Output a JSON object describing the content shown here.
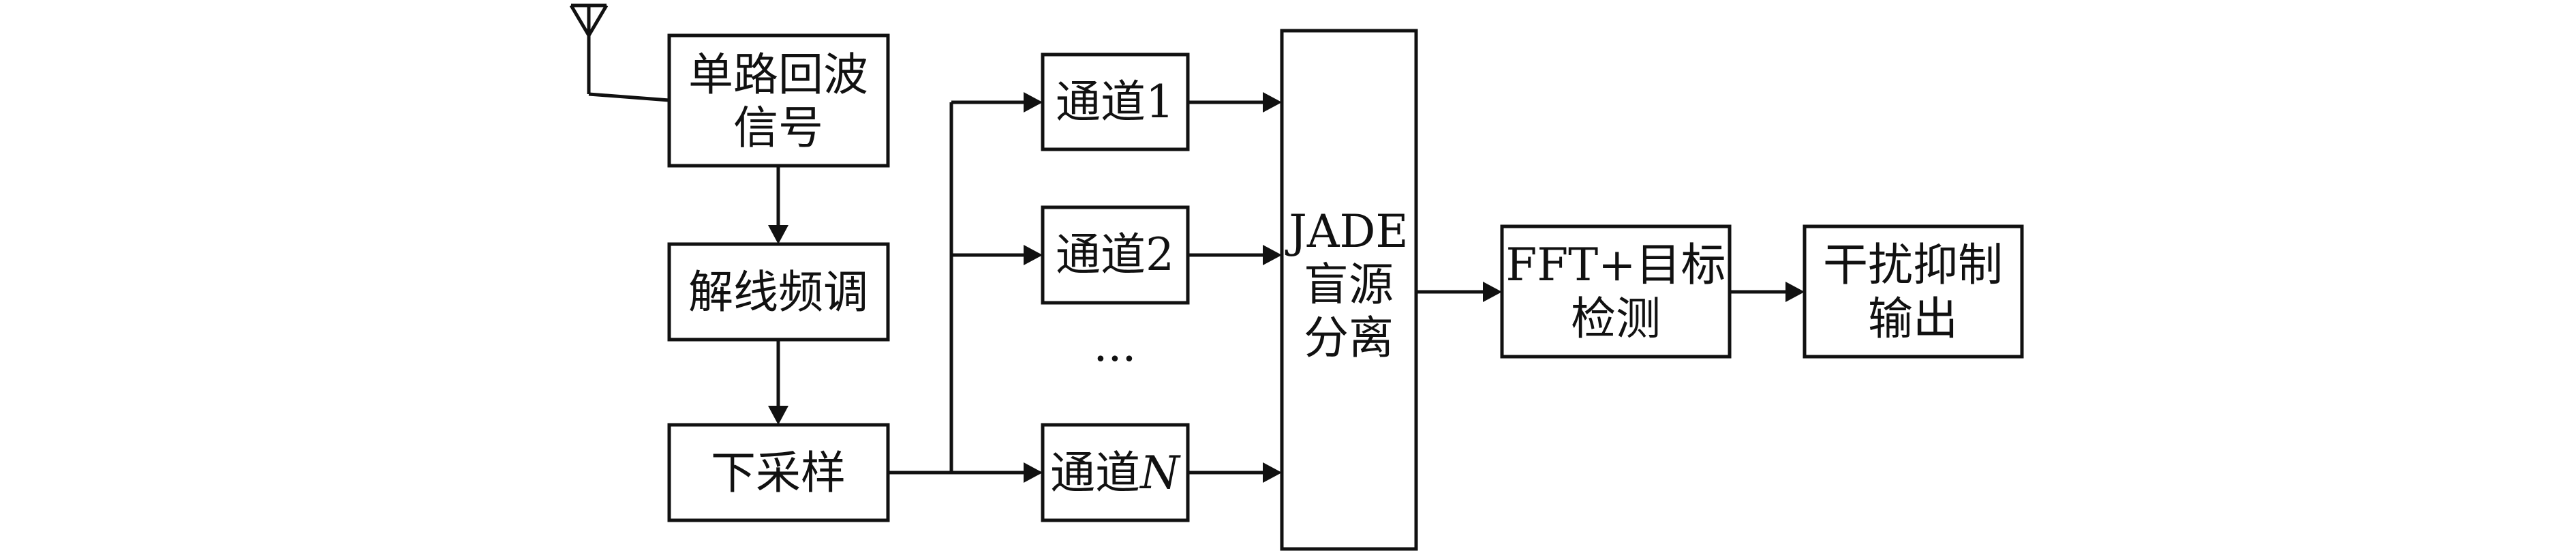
{
  "nodes": {
    "echo_signal": {
      "line1": "单路回波",
      "line2": "信号"
    },
    "dechirp": {
      "label": "解线频调"
    },
    "downsample": {
      "label": "下采样"
    },
    "channel_1": {
      "label": "通道1"
    },
    "channel_2": {
      "label": "通道2"
    },
    "ellipsis": {
      "label": "···"
    },
    "channel_n": {
      "label_prefix": "通道",
      "label_var": "N"
    },
    "jade": {
      "line1": "JADE",
      "line2": "盲源",
      "line3": "分离"
    },
    "fft_detect": {
      "line1": "FFT+目标",
      "line2": "检测"
    },
    "output": {
      "line1": "干扰抑制",
      "line2": "输出"
    }
  },
  "colors": {
    "stroke": "#111111",
    "background": "#ffffff"
  },
  "icons": {
    "antenna": "antenna-icon"
  }
}
